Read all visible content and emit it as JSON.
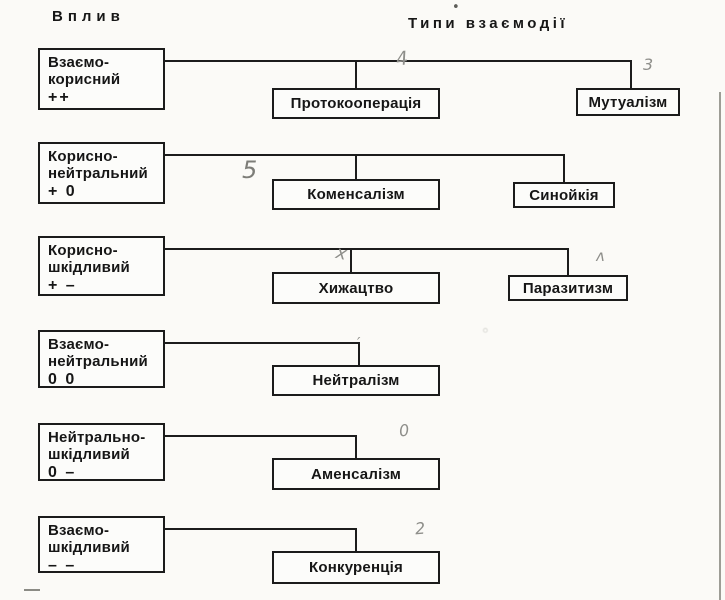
{
  "header": {
    "influence_label": "Вплив",
    "types_label": "Типи взаємодії"
  },
  "rows": [
    {
      "name_line1": "Взаємо-",
      "name_line2": "корисний",
      "signs": "++",
      "children": [
        {
          "label": "Протокооперація"
        },
        {
          "label": "Мутуалізм"
        }
      ]
    },
    {
      "name_line1": "Корисно-",
      "name_line2": "нейтральний",
      "signs": "+ 0",
      "children": [
        {
          "label": "Коменсалізм"
        },
        {
          "label": "Синойкія"
        }
      ]
    },
    {
      "name_line1": "Корисно-",
      "name_line2": "шкідливий",
      "signs": "+ –",
      "children": [
        {
          "label": "Хижацтво"
        },
        {
          "label": "Паразитизм"
        }
      ]
    },
    {
      "name_line1": "Взаємо-",
      "name_line2": "нейтральний",
      "signs": "0 0",
      "children": [
        {
          "label": "Нейтралізм"
        }
      ]
    },
    {
      "name_line1": "Нейтрально-",
      "name_line2": "шкідливий",
      "signs": "0 –",
      "children": [
        {
          "label": "Аменсалізм"
        }
      ]
    },
    {
      "name_line1": "Взаємо-",
      "name_line2": "шкідливий",
      "signs": "– –",
      "children": [
        {
          "label": "Конкуренція"
        }
      ]
    }
  ],
  "handwritten_marks": [
    {
      "text": "4"
    },
    {
      "text": "3"
    },
    {
      "text": "5"
    },
    {
      "text": "х"
    },
    {
      "text": "ʌ"
    },
    {
      "text": "′"
    },
    {
      "text": "0"
    },
    {
      "text": "2"
    },
    {
      "text": "•"
    },
    {
      "text": "◦"
    }
  ]
}
